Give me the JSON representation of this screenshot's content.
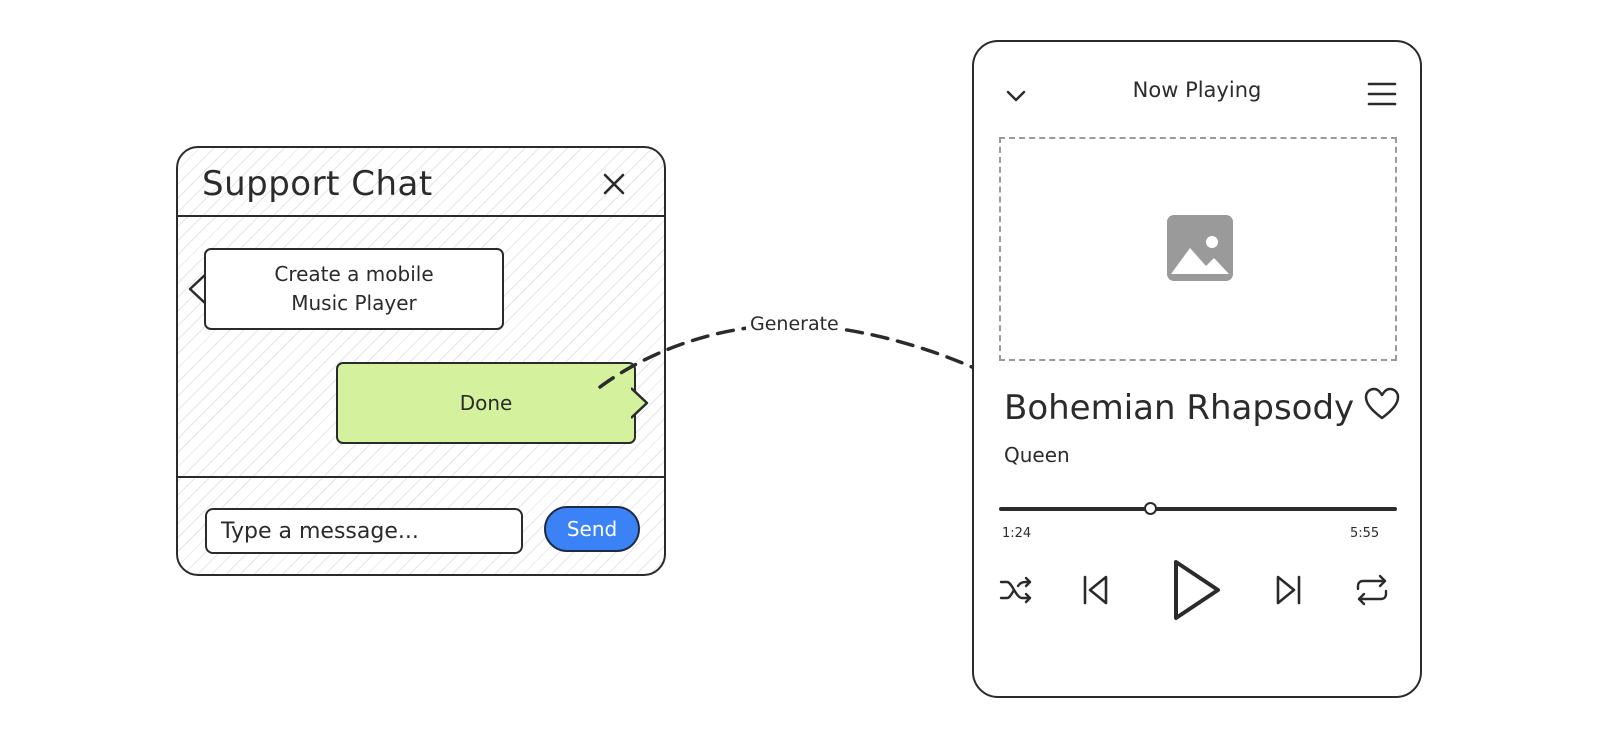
{
  "chat": {
    "title": "Support Chat",
    "messages": [
      {
        "from": "user",
        "text": "Create a mobile\nMusic Player"
      },
      {
        "from": "bot",
        "text": "Done"
      }
    ],
    "input_placeholder": "Type a message...",
    "send_label": "Send",
    "colors": {
      "bot_bubble": "#d4f29e",
      "send_button": "#3b82f6"
    }
  },
  "connector": {
    "label": "Generate"
  },
  "player": {
    "header_title": "Now Playing",
    "song_title": "Bohemian Rhapsody",
    "artist": "Queen",
    "current_time": "1:24",
    "total_time": "5:55",
    "progress_fraction": 0.38,
    "icons": [
      "chevron-down-icon",
      "menu-icon",
      "image-placeholder-icon",
      "heart-icon",
      "shuffle-icon",
      "skip-previous-icon",
      "play-icon",
      "skip-next-icon",
      "repeat-icon"
    ]
  }
}
